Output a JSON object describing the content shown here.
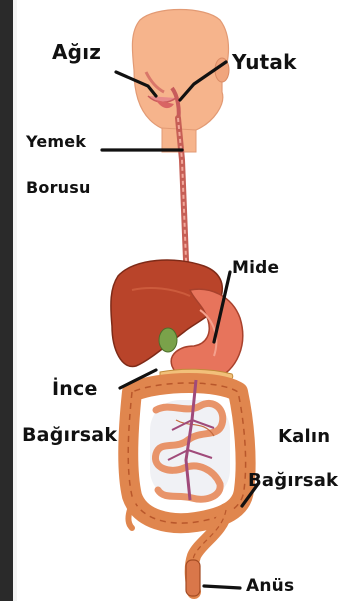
{
  "labels": {
    "agiz": "Ağız",
    "yutak": "Yutak",
    "yemek_line1": "Yemek",
    "yemek_line2": "Borusu",
    "mide": "Mide",
    "ince_line1": "İnce",
    "ince_line2": "Bağırsak",
    "kalin_line1": "Kalın",
    "kalin_line2": "Bağırsak",
    "anus": "Anüs"
  },
  "colors": {
    "skin": "#f6b48c",
    "liver": "#b9442a",
    "stomach": "#e7745c",
    "intestine": "#e58a52",
    "esophagus": "#d9776a"
  }
}
